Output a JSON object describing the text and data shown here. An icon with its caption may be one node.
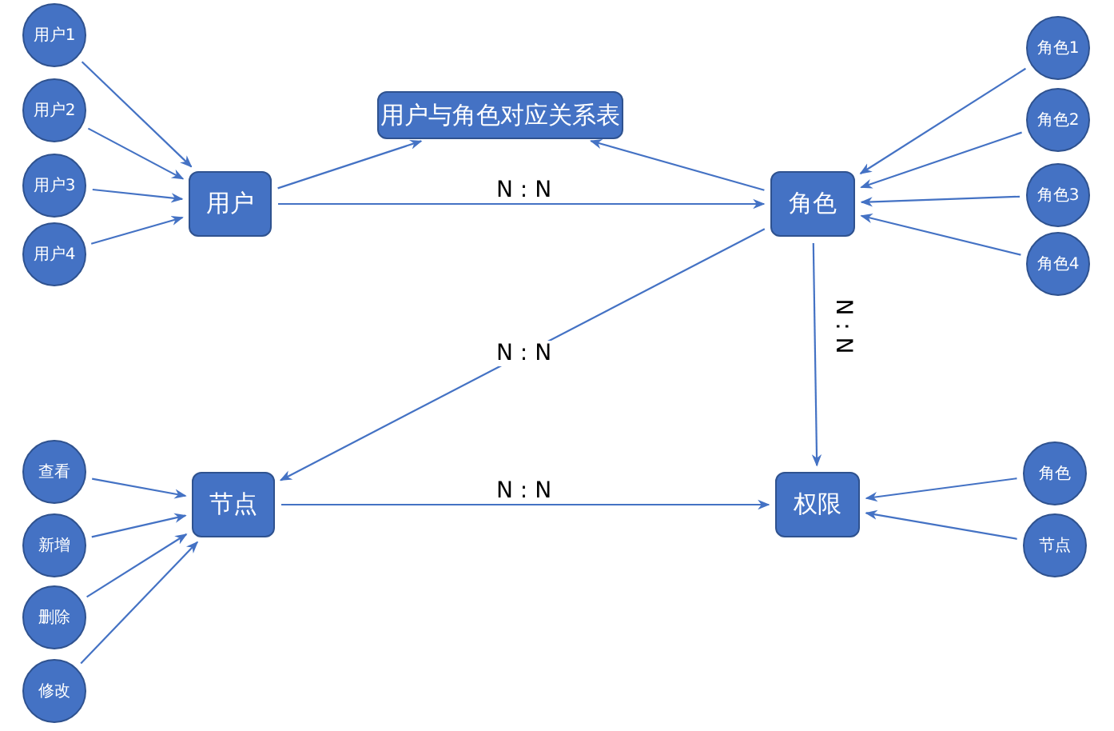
{
  "diagram": {
    "nodes": [
      {
        "text": [
          "用户与角色对应关系表"
        ]
      },
      {
        "text": [
          "用户"
        ]
      },
      {
        "text": [
          "角色"
        ]
      },
      {
        "text": [
          "节点"
        ]
      },
      {
        "text": [
          "权限"
        ]
      },
      {
        "text": [
          "用户1"
        ]
      },
      {
        "text": [
          "用户2"
        ]
      },
      {
        "text": [
          "用户3"
        ]
      },
      {
        "text": [
          "用户4"
        ]
      },
      {
        "text": [
          "角色1"
        ]
      },
      {
        "text": [
          "角色2"
        ]
      },
      {
        "text": [
          "角色3"
        ]
      },
      {
        "text": [
          "角色4"
        ]
      },
      {
        "text": [
          "查看"
        ]
      },
      {
        "text": [
          "新增"
        ]
      },
      {
        "text": [
          "删除"
        ]
      },
      {
        "text": [
          "修改"
        ]
      },
      {
        "text": [
          "角色"
        ]
      },
      {
        "text": [
          "节点"
        ]
      }
    ],
    "edges": [
      {
        "from": 5,
        "to": 1,
        "arrow": "to"
      },
      {
        "from": 6,
        "to": 1,
        "arrow": "to"
      },
      {
        "from": 7,
        "to": 1,
        "arrow": "to"
      },
      {
        "from": 8,
        "to": 1,
        "arrow": "to"
      },
      {
        "from": 1,
        "to": 0,
        "arrow": "to"
      },
      {
        "from": 2,
        "to": 0,
        "arrow": "to"
      },
      {
        "from": 1,
        "to": 2,
        "arrow": "to",
        "label": "N : N"
      },
      {
        "from": 9,
        "to": 2,
        "arrow": "to"
      },
      {
        "from": 10,
        "to": 2,
        "arrow": "to"
      },
      {
        "from": 11,
        "to": 2,
        "arrow": "to"
      },
      {
        "from": 12,
        "to": 2,
        "arrow": "to"
      },
      {
        "from": 2,
        "to": 3,
        "arrow": "to",
        "label": "N : N"
      },
      {
        "from": 2,
        "to": 4,
        "arrow": "to",
        "label": "N : N"
      },
      {
        "from": 3,
        "to": 4,
        "arrow": "to",
        "label": "N : N"
      },
      {
        "from": 13,
        "to": 3,
        "arrow": "to"
      },
      {
        "from": 14,
        "to": 3,
        "arrow": "to"
      },
      {
        "from": 15,
        "to": 3,
        "arrow": "to"
      },
      {
        "from": 16,
        "to": 3,
        "arrow": "to"
      },
      {
        "from": 17,
        "to": 4,
        "arrow": "to"
      },
      {
        "from": 18,
        "to": 4,
        "arrow": "to"
      }
    ]
  }
}
